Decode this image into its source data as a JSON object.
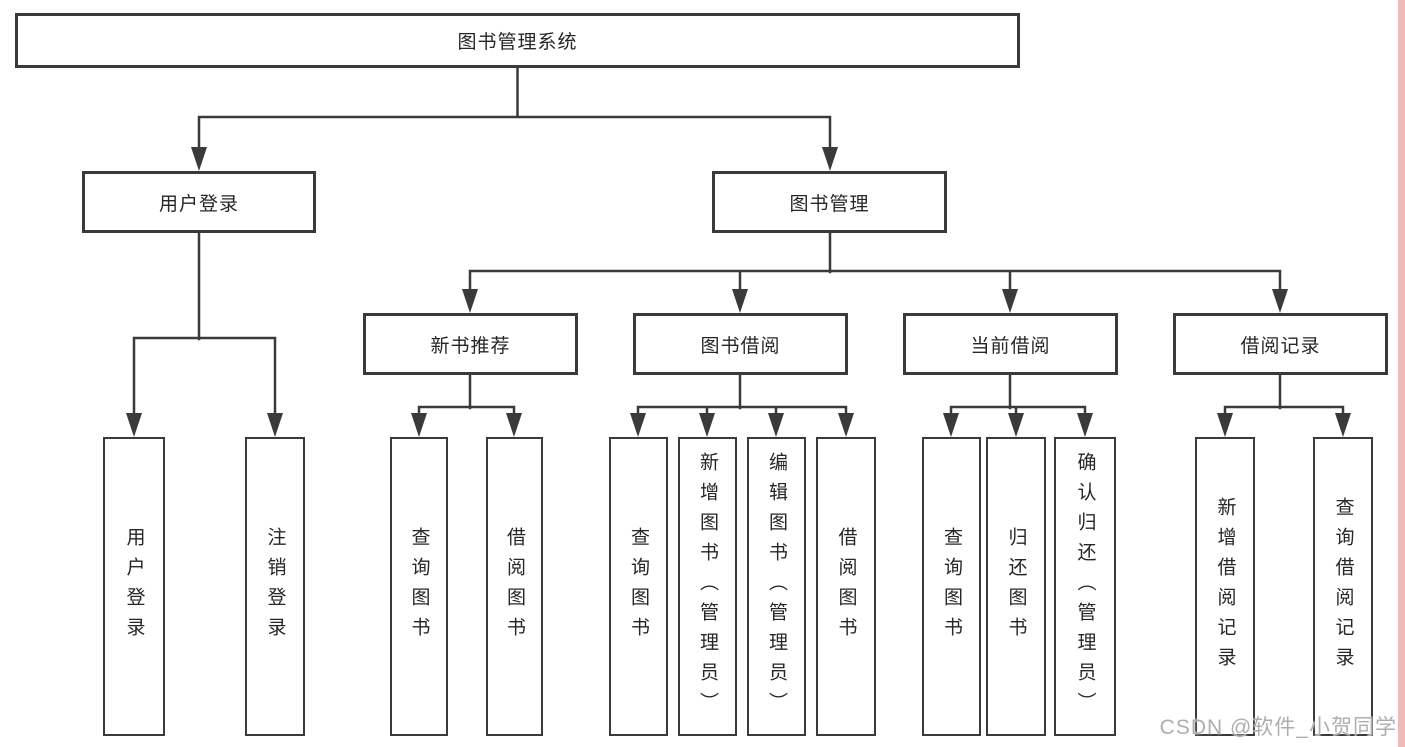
{
  "diagram": {
    "level1": {
      "label": "图书管理系统"
    },
    "level2": [
      {
        "label": "用户登录"
      },
      {
        "label": "图书管理"
      }
    ],
    "level3": [
      {
        "label": "新书推荐",
        "parent": "图书管理"
      },
      {
        "label": "图书借阅",
        "parent": "图书管理"
      },
      {
        "label": "当前借阅",
        "parent": "图书管理"
      },
      {
        "label": "借阅记录",
        "parent": "图书管理"
      }
    ],
    "level4": [
      {
        "label": "用户登录",
        "parent": "用户登录"
      },
      {
        "label": "注销登录",
        "parent": "用户登录"
      },
      {
        "label": "查询图书",
        "parent": "新书推荐"
      },
      {
        "label": "借阅图书",
        "parent": "新书推荐"
      },
      {
        "label": "查询图书",
        "parent": "图书借阅"
      },
      {
        "label": "新增图书（管理员）",
        "parent": "图书借阅"
      },
      {
        "label": "编辑图书（管理员）",
        "parent": "图书借阅"
      },
      {
        "label": "借阅图书",
        "parent": "图书借阅"
      },
      {
        "label": "查询图书",
        "parent": "当前借阅"
      },
      {
        "label": "归还图书",
        "parent": "当前借阅"
      },
      {
        "label": "确认归还（管理员）",
        "parent": "当前借阅"
      },
      {
        "label": "新增借阅记录",
        "parent": "借阅记录"
      },
      {
        "label": "查询借阅记录",
        "parent": "借阅记录"
      }
    ],
    "colors": {
      "line": "#3a3a3a",
      "box_border": "#3a3a3a",
      "text": "#262626",
      "background": "#ffffff",
      "watermark": "#aeaeae",
      "right_edge_strip": "#f2b8b8"
    }
  },
  "watermark": {
    "text": "CSDN @软件_小贺同学"
  }
}
